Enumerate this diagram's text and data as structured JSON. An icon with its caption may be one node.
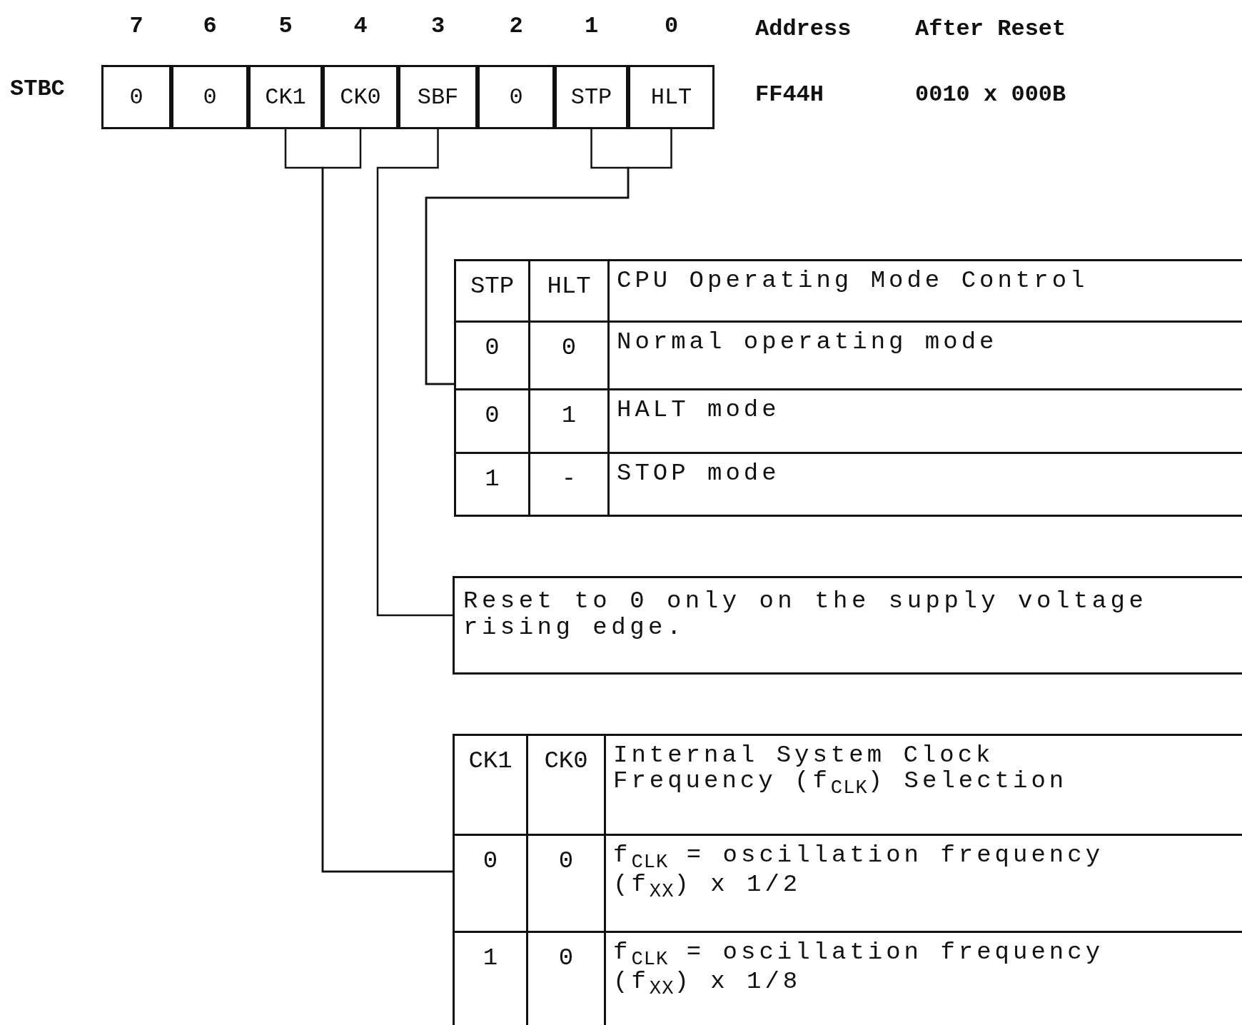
{
  "diagram": {
    "nodes": [
      {
        "text": [
          "0"
        ]
      },
      {
        "text": [
          "0"
        ]
      },
      {
        "text": [
          "CK1"
        ]
      },
      {
        "text": [
          "CK0"
        ]
      },
      {
        "text": [
          "SBF"
        ]
      },
      {
        "text": [
          "0"
        ]
      },
      {
        "text": [
          "STP"
        ]
      },
      {
        "text": [
          "HLT"
        ]
      },
      {
        "text": [
          "STP",
          "HLT",
          "CPU Operating Mode Control",
          "0",
          "0",
          "Normal operating mode",
          "0",
          "1",
          "HALT mode",
          "1",
          "-",
          "STOP mode"
        ]
      },
      {
        "text": [
          "Reset to 0 only on the supply voltage rising edge."
        ]
      },
      {
        "text": [
          "CK1",
          "CK0",
          "Internal System Clock Frequency (f$_{CLK}$) Selection",
          "0",
          "0",
          "f$_{CLK}$ = oscillation frequency (f$_{XX}$) x 1/2",
          "1",
          "0",
          "f$_{CLK}$ = oscillation frequency (f$_{XX}$) x 1/8"
        ]
      }
    ],
    "edges": [
      {
        "from": 2,
        "to": 10,
        "arrow": "none"
      },
      {
        "from": 3,
        "to": 10,
        "arrow": "none"
      },
      {
        "from": 4,
        "to": 9,
        "arrow": "none"
      },
      {
        "from": 6,
        "to": 8,
        "arrow": "none"
      },
      {
        "from": 7,
        "to": 8,
        "arrow": "none"
      }
    ],
    "labels": [
      "7",
      "6",
      "5",
      "4",
      "3",
      "2",
      "1",
      "0",
      "STBC",
      "Address",
      "After Reset",
      "FF44H",
      "0010 x 000B"
    ]
  }
}
